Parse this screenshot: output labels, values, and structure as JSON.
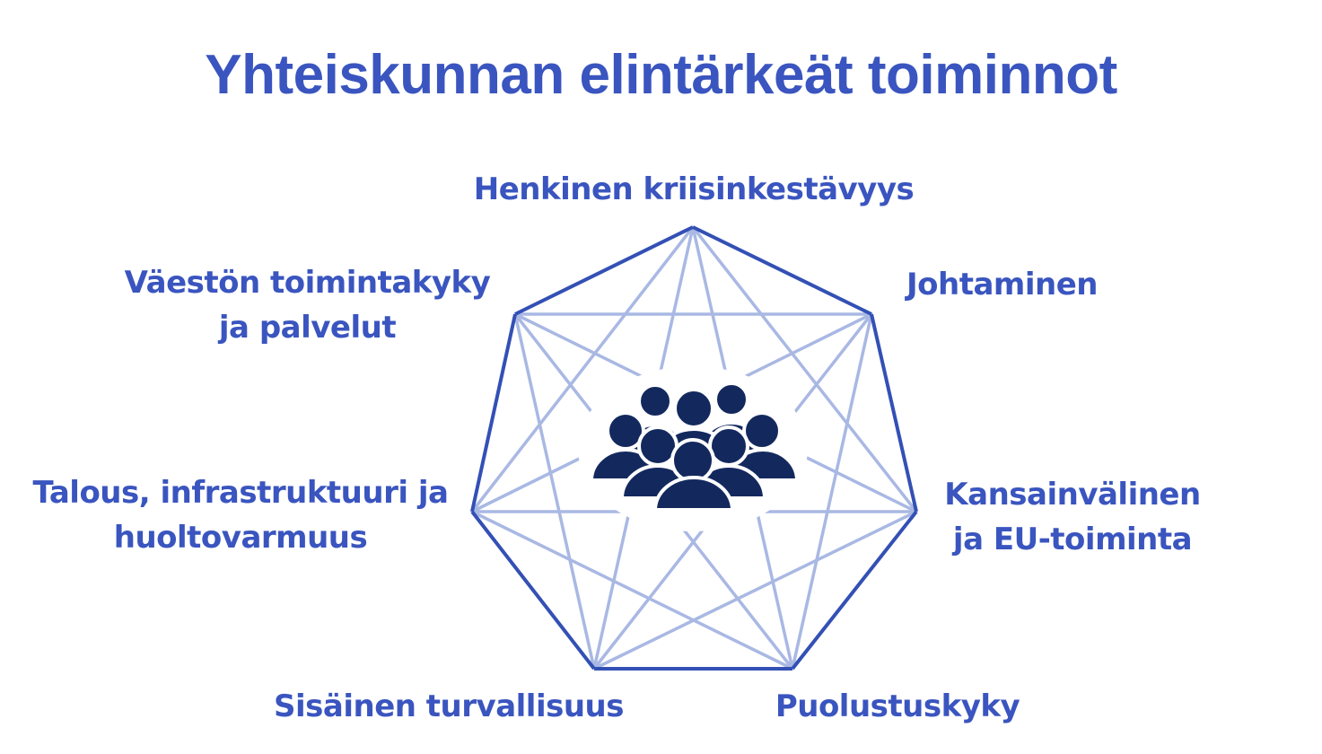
{
  "title": "Yhteiskunnan elintärkeät toiminnot",
  "colors": {
    "title": "#3a55bf",
    "outline": "#3350b5",
    "inner_lines": "#a9b8e3",
    "people_icon": "#13295e"
  },
  "functions": {
    "top": "Henkinen kriisinkestävyys",
    "upper_right": "Johtaminen",
    "upper_left": [
      "Väestön toimintakyky",
      "ja palvelut"
    ],
    "middle_left": [
      "Talous, infrastruktuuri ja",
      "huoltovarmuus"
    ],
    "middle_right": [
      "Kansainvälinen",
      "ja EU-toiminta"
    ],
    "bottom_left": "Sisäinen turvallisuus",
    "bottom_right": "Puolustuskyky"
  },
  "center_icon": "people-group-icon"
}
